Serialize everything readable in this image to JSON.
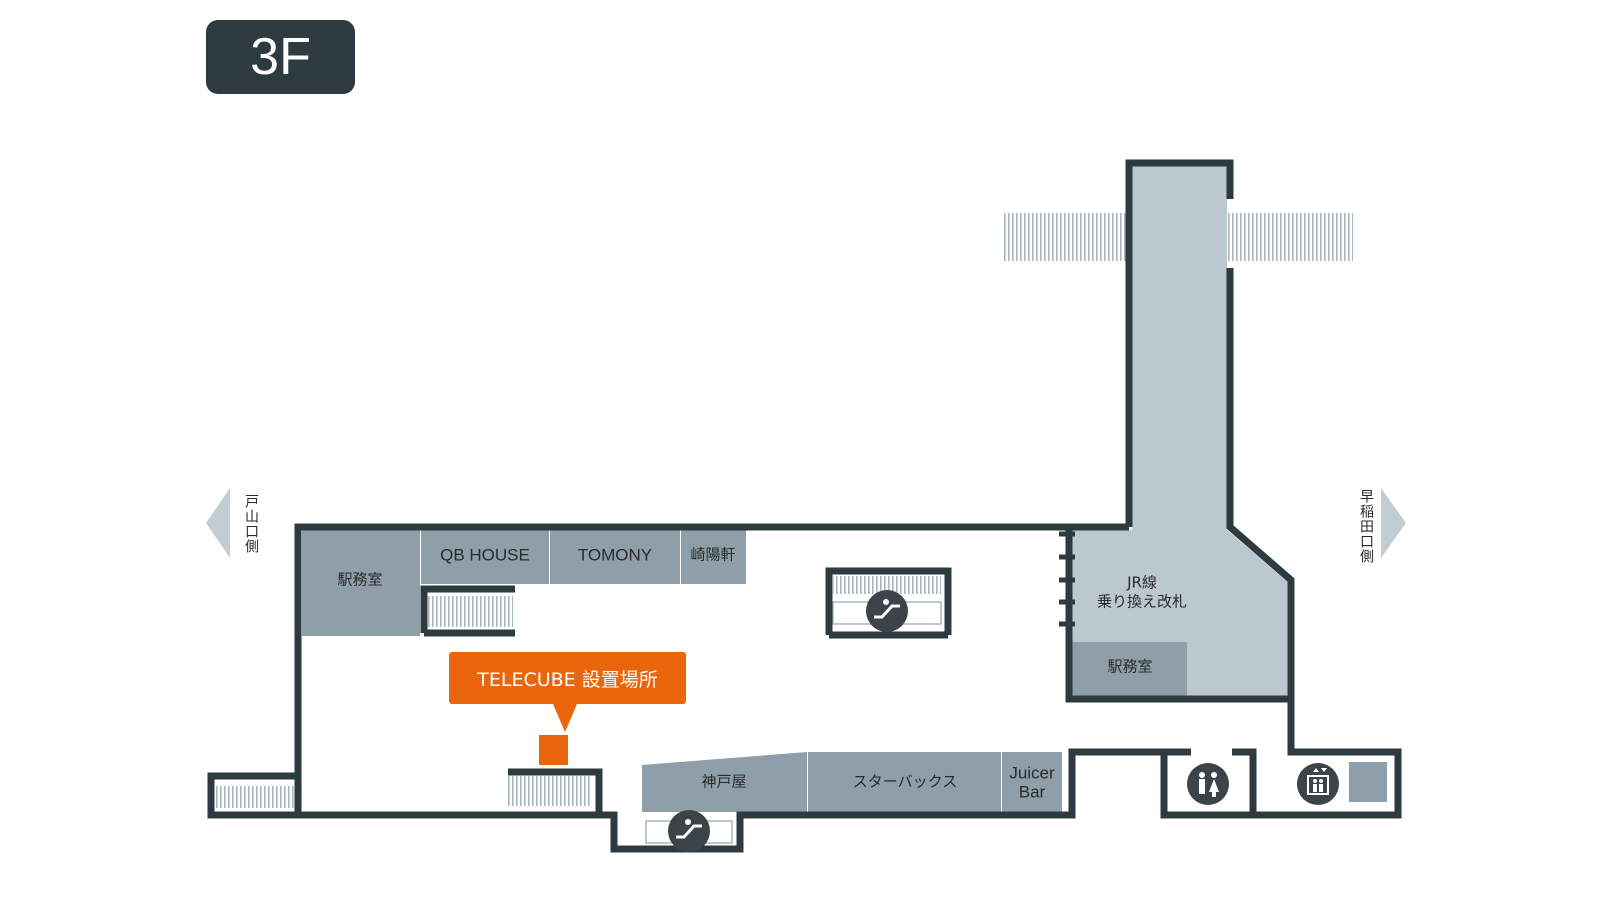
{
  "floor": {
    "label": "3F"
  },
  "callout": {
    "text": "TELECUBE 設置場所"
  },
  "directions": {
    "left": "戸山口側",
    "right": "早稲田口側"
  },
  "shops": {
    "station_office_left": "駅務室",
    "qb_house": "QB HOUSE",
    "tomony": "TOMONY",
    "kiyoken": "崎陽軒",
    "kobeya": "神戸屋",
    "starbucks": "スターバックス",
    "juicer_bar_line1": "Juicer",
    "juicer_bar_line2": "Bar",
    "jr_transfer_line1": "JR線",
    "jr_transfer_line2": "乗り換え改札",
    "station_office_right": "駅務室"
  },
  "facilities": [
    "escalator-icon",
    "escalator-icon",
    "restroom-icon",
    "elevator-icon"
  ],
  "colors": {
    "wall": "#2d3a40",
    "shop": "#8e9fa9",
    "corridor": "#bcc8d0",
    "accent": "#e9660c",
    "badge": "#2d3a40"
  }
}
